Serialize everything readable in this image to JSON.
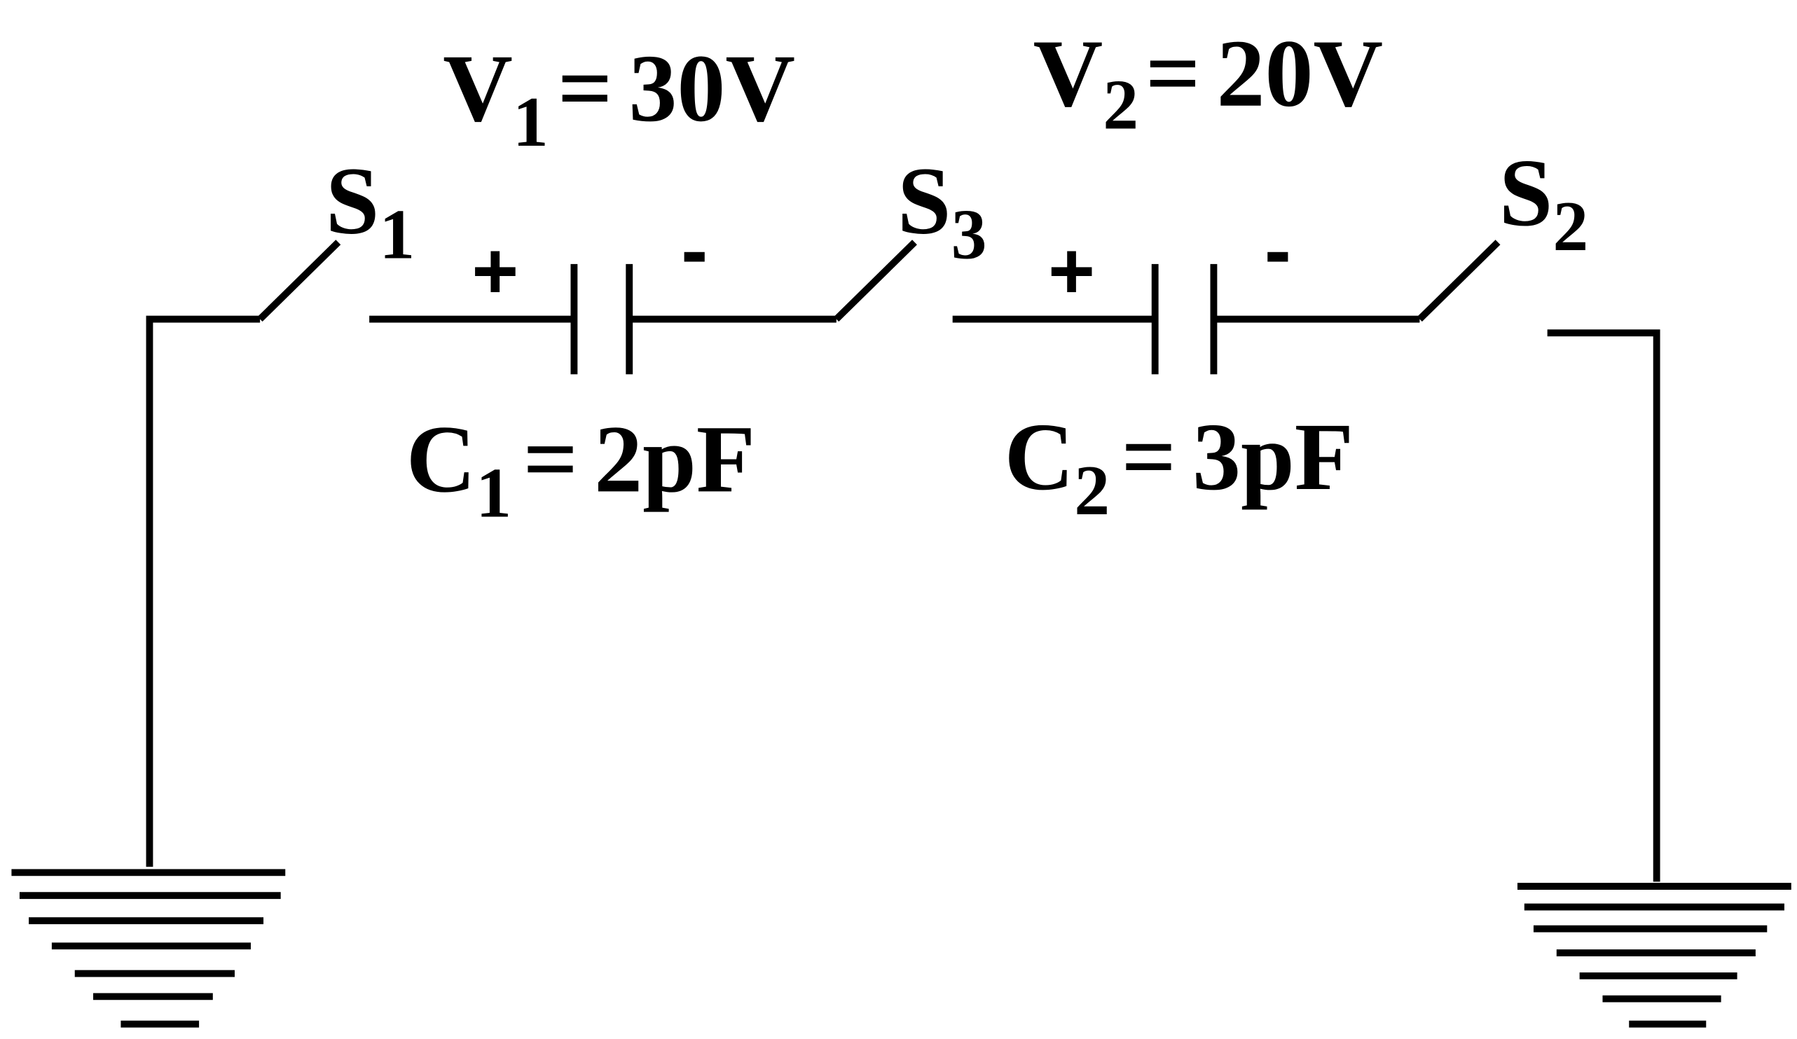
{
  "diagram": {
    "type": "circuit",
    "colors": {
      "line": "#000000",
      "background": "#ffffff"
    },
    "sources": [
      {
        "symbol": "V",
        "sub": "1",
        "equals": "=",
        "value": "30V"
      },
      {
        "symbol": "V",
        "sub": "2",
        "equals": "=",
        "value": "20V"
      }
    ],
    "capacitors": [
      {
        "symbol": "C",
        "sub": "1",
        "equals": "=",
        "value": "2pF",
        "plus": "+",
        "minus": "-"
      },
      {
        "symbol": "C",
        "sub": "2",
        "equals": "=",
        "value": "3pF",
        "plus": "+",
        "minus": "-"
      }
    ],
    "switches": [
      {
        "symbol": "S",
        "sub": "1",
        "state": "open"
      },
      {
        "symbol": "S",
        "sub": "3",
        "state": "open"
      },
      {
        "symbol": "S",
        "sub": "2",
        "state": "open"
      }
    ],
    "grounds": [
      "left-ground",
      "right-ground"
    ]
  }
}
